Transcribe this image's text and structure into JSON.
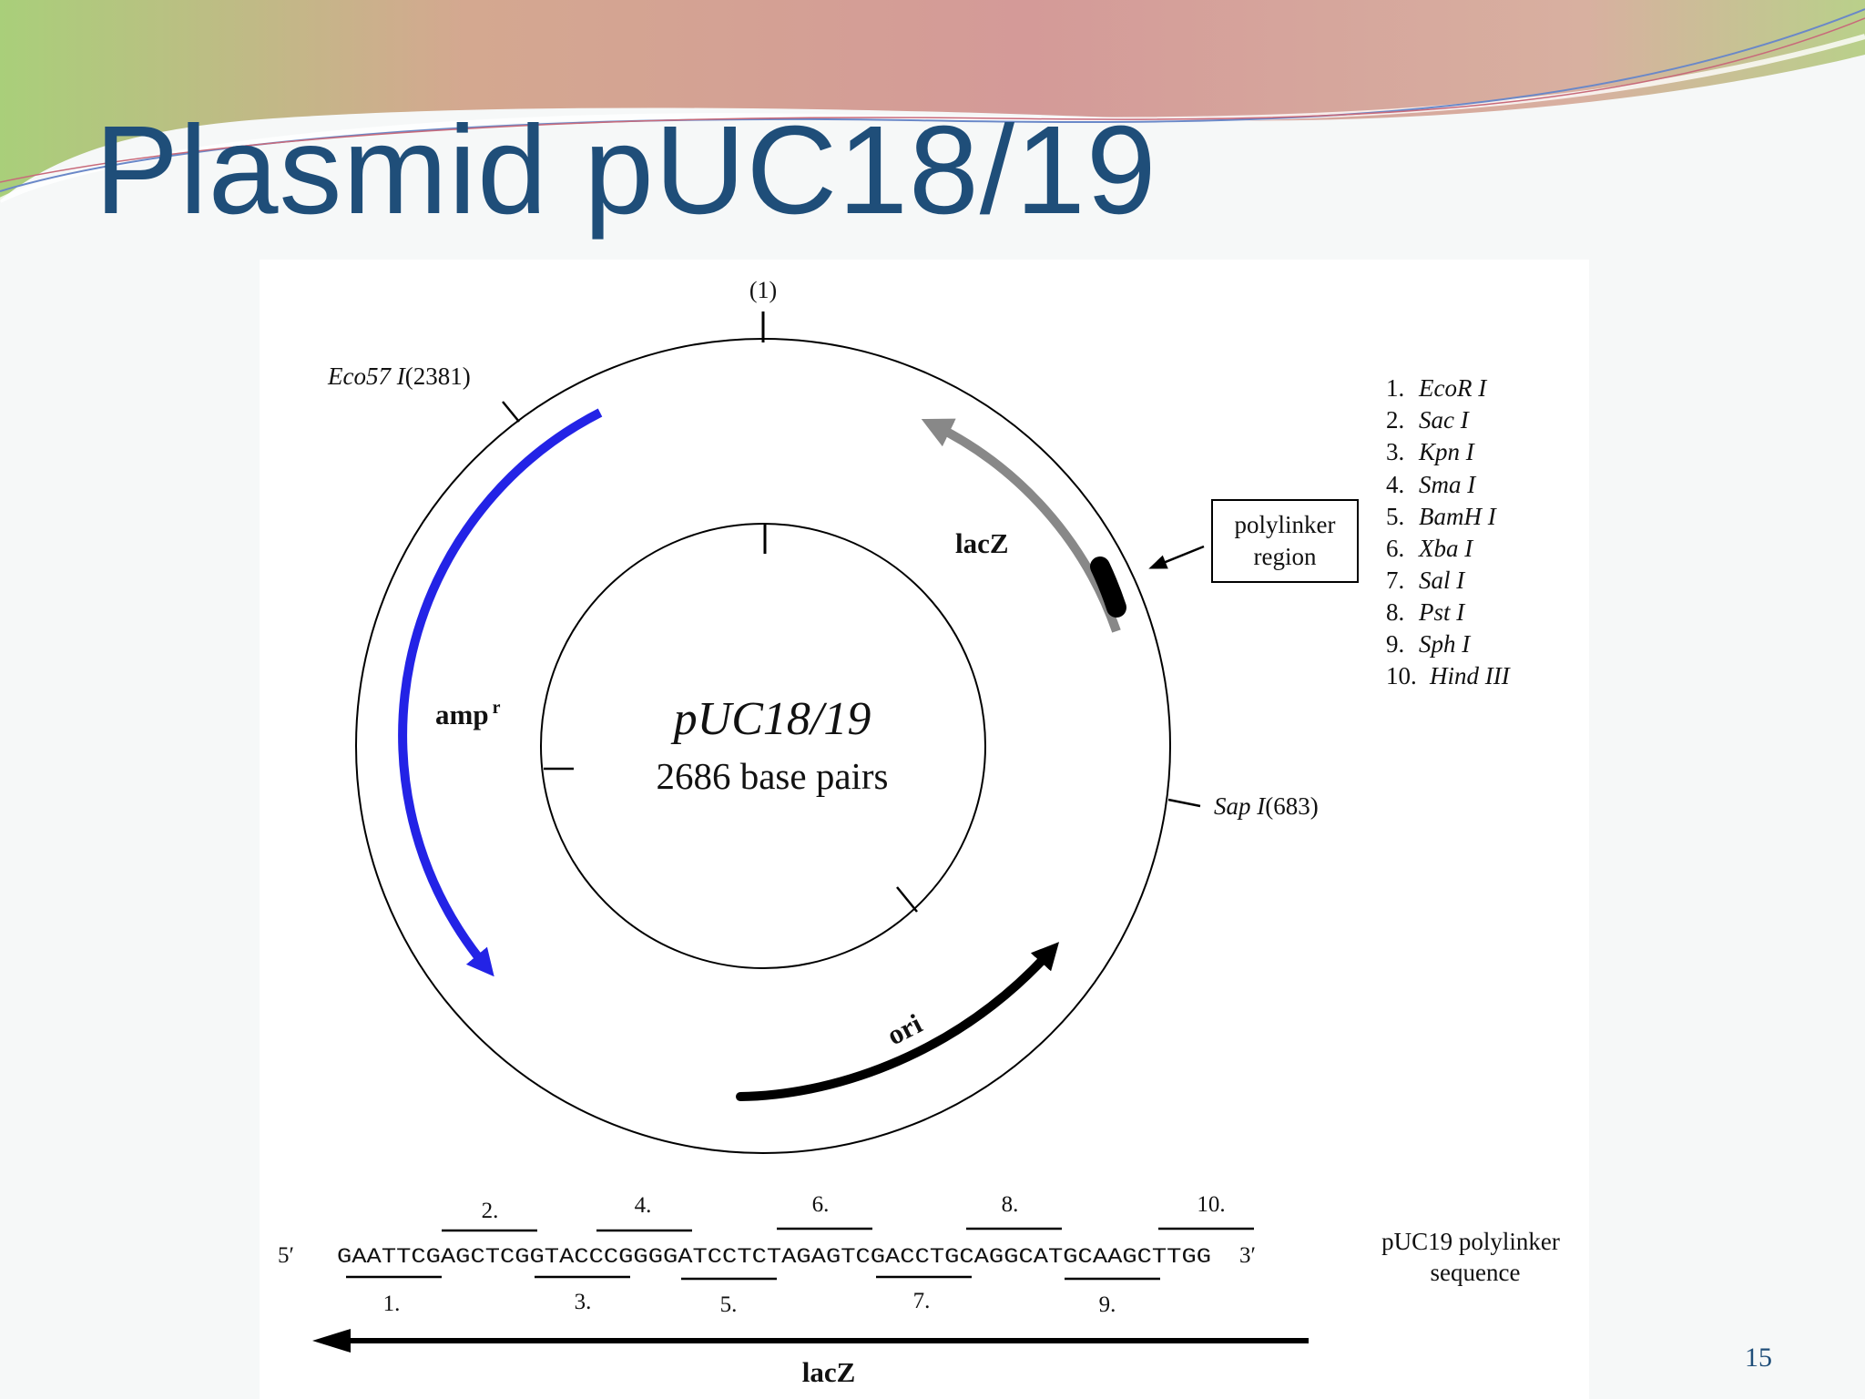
{
  "slide": {
    "title": "Plasmid pUC18/19",
    "page_number": "15"
  },
  "colors": {
    "title": "#1f4e79",
    "amp_arrow": "#2323e6",
    "lacz_arrow": "#888888",
    "ori_arrow": "#000000"
  },
  "plasmid": {
    "name": "pUC18/19",
    "size_label": "2686 base pairs",
    "origin_label": "(1)",
    "sites": [
      {
        "enzyme": "Eco57 I",
        "position": "(2381)"
      },
      {
        "enzyme": "Sap I",
        "position": "(683)"
      }
    ],
    "features": {
      "amp": {
        "label": "amp",
        "superscript": "r"
      },
      "lacz": "lacZ",
      "ori": "ori"
    },
    "polylinker_callout": [
      "polylinker",
      "region"
    ]
  },
  "enzyme_list": [
    {
      "num": "1.",
      "name": "EcoR I"
    },
    {
      "num": "2.",
      "name": "Sac I"
    },
    {
      "num": "3.",
      "name": "Kpn I"
    },
    {
      "num": "4.",
      "name": "Sma I"
    },
    {
      "num": "5.",
      "name": "BamH I"
    },
    {
      "num": "6.",
      "name": "Xba I"
    },
    {
      "num": "7.",
      "name": "Sal I"
    },
    {
      "num": "8.",
      "name": "Pst I"
    },
    {
      "num": "9.",
      "name": "Sph I"
    },
    {
      "num": "10.",
      "name": "Hind III"
    }
  ],
  "sequence": {
    "five_prime": "5′",
    "three_prime": "3′",
    "bases": "GAATTCGAGCTCGGTACCCGGGGATCCTCTAGAGTCGACCTGCAGGCATGCAAGCTTGG",
    "caption": [
      "pUC19 polylinker",
      "sequence"
    ],
    "lacz_label": "lacZ",
    "upper_marks": [
      "2.",
      "4.",
      "6.",
      "8.",
      "10."
    ],
    "lower_marks": [
      "1.",
      "3.",
      "5.",
      "7.",
      "9."
    ]
  }
}
